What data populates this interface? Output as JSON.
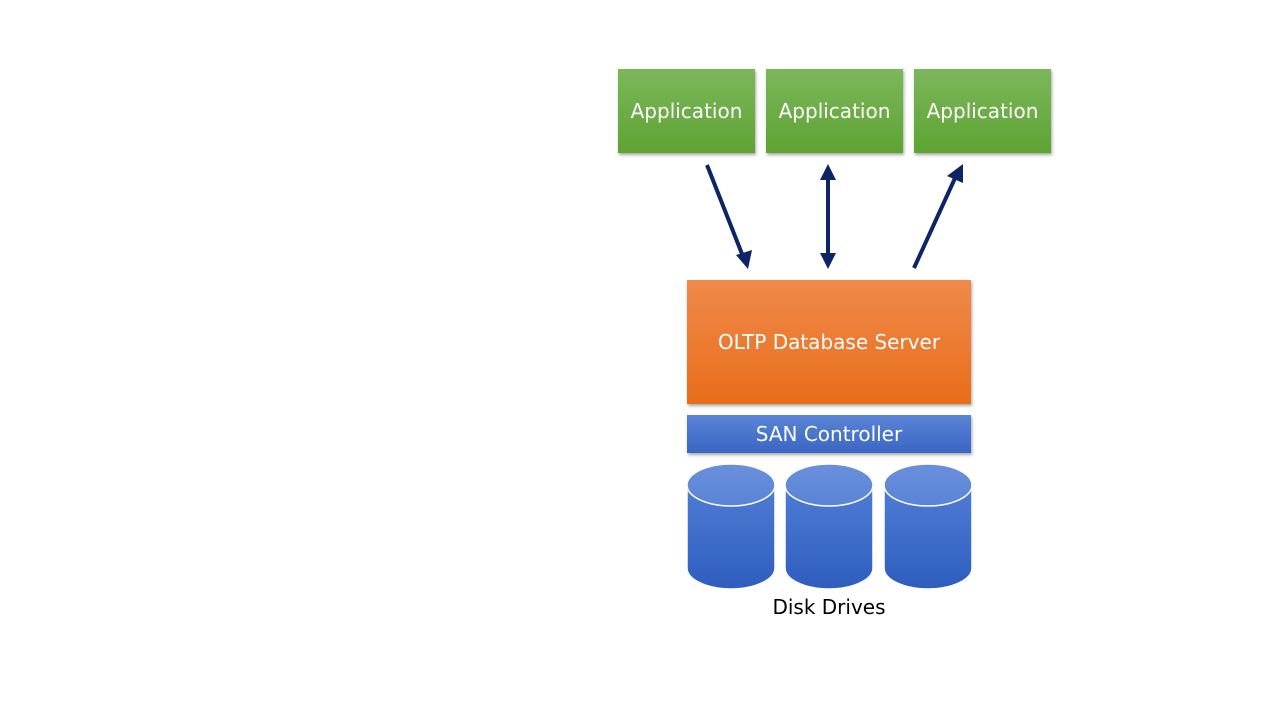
{
  "diagram": {
    "applications": [
      {
        "label": "Application"
      },
      {
        "label": "Application"
      },
      {
        "label": "Application"
      }
    ],
    "database_server": {
      "label": "OLTP Database Server"
    },
    "san_controller": {
      "label": "SAN Controller"
    },
    "disk_drives": {
      "label": "Disk Drives",
      "count": 3
    },
    "flows": [
      {
        "from": "application-1",
        "to": "database-server",
        "direction": "to-server"
      },
      {
        "from": "application-2",
        "to": "database-server",
        "direction": "bidirectional"
      },
      {
        "from": "database-server",
        "to": "application-3",
        "direction": "to-application"
      }
    ]
  },
  "colors": {
    "application": "#70ad47",
    "database_server": "#ed7d31",
    "san_controller": "#4472c4",
    "disk": "#4472c4",
    "arrow": "#0d2466"
  }
}
